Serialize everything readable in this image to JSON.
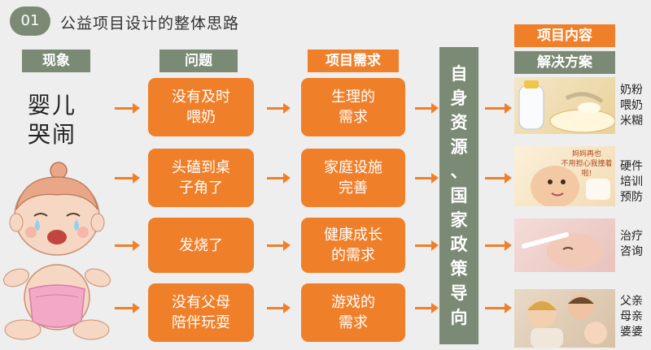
{
  "section": {
    "number": "01",
    "title": "公益项目设计的整体思路"
  },
  "headers": {
    "phenomenon": "现象",
    "problem": "问题",
    "need": "项目需求",
    "content": "项目内容",
    "solution": "解决方案"
  },
  "phenomenon_text": "婴儿\n哭闹",
  "problems": [
    "没有及时\n喂奶",
    "头磕到桌\n子角了",
    "发烧了",
    "没有父母\n陪伴玩耍"
  ],
  "needs": [
    "生理的\n需求",
    "家庭设施\n完善",
    "健康成长\n的需求",
    "游戏的\n需求"
  ],
  "resources": [
    "自",
    "身",
    "资",
    "源",
    "、",
    "国",
    "家",
    "政",
    "策",
    "导",
    "向"
  ],
  "solutions": [
    "奶粉\n喂奶\n米糊",
    "硬件\n培训\n预防",
    "治疗\n咨询",
    "父亲\n母亲\n婆婆"
  ],
  "photo_captions": {
    "photo2": "妈妈再也\n不用担心我撞着啦!"
  },
  "colors": {
    "orange": "#f07f2a",
    "gray_green": "#7b8a74",
    "background": "#eeeeee"
  }
}
